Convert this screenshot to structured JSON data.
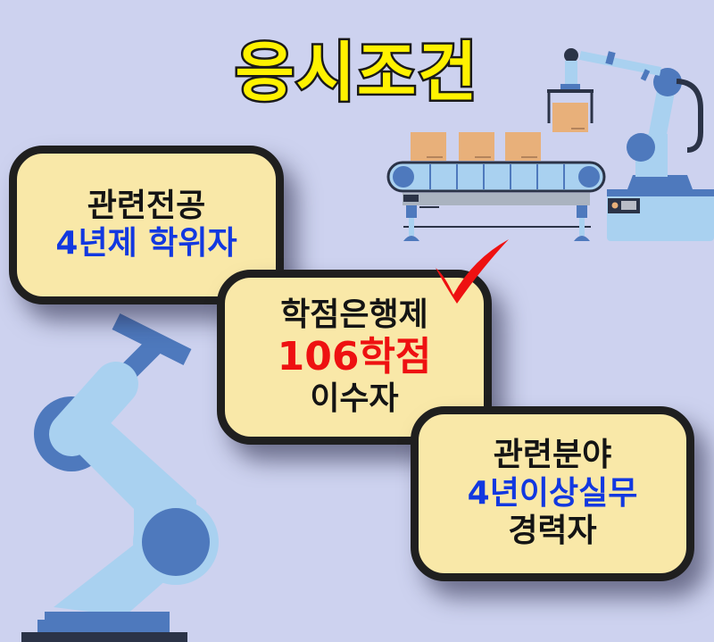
{
  "title": "응시조건",
  "cards": [
    {
      "line1": "관련전공",
      "line2": "4년제 학위자"
    },
    {
      "line1": "학점은행제",
      "line2": "106학점",
      "line3": "이수자"
    },
    {
      "line1": "관련분야",
      "line2": "4년이상실무",
      "line3": "경력자"
    }
  ],
  "colors": {
    "background": "#cdd2ef",
    "title_fill": "#fff200",
    "card_fill": "#f9e8a8",
    "card_border": "#1f1f1f",
    "highlight_blue": "#1238e0",
    "highlight_red": "#ee1111",
    "robot_dark": "#4e79bd",
    "robot_light": "#a9d1f0",
    "box": "#e8b07a"
  },
  "illustrations": [
    "conveyor-belt",
    "robot-arm-top-right",
    "robot-arm-bottom-left",
    "checkmark"
  ]
}
